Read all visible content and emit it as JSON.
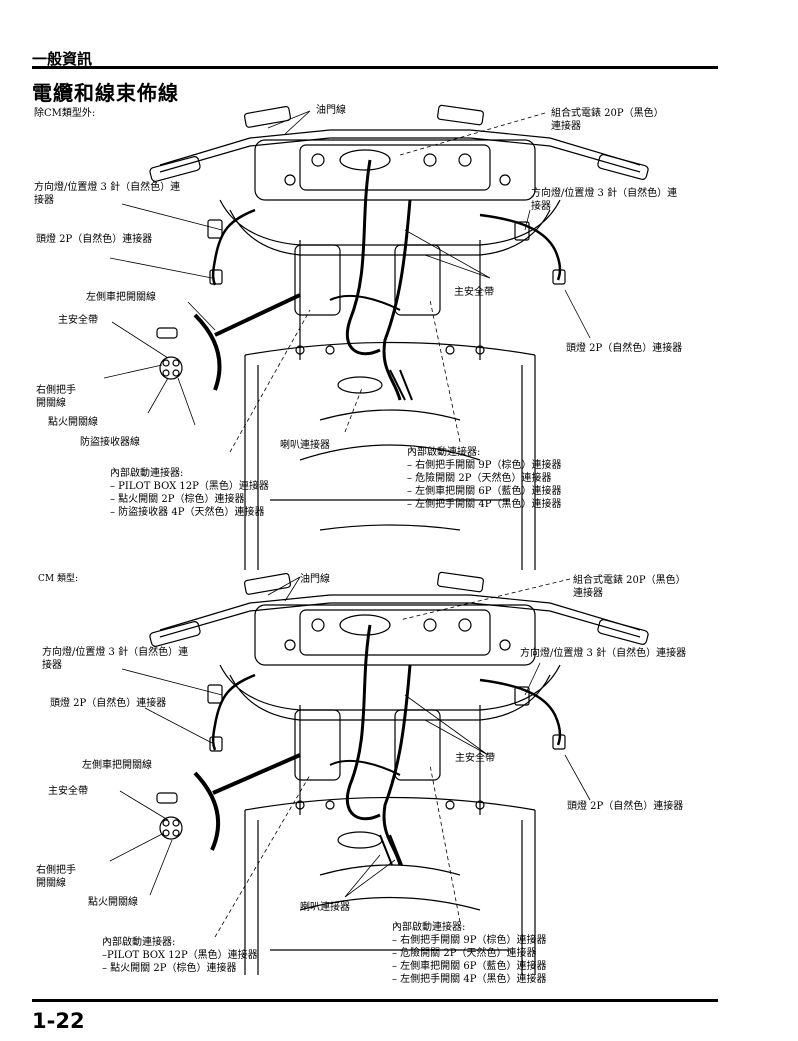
{
  "header": {
    "section": "一般資訊",
    "title": "電纜和線束佈線",
    "page_number": "1-22"
  },
  "diagram_top": {
    "variant": "除CM類型外:",
    "labels": {
      "throttle_cable": "油門線",
      "combo_meter": "組合式電錶 20P（黑色）\n連接器",
      "turn_left": "方向燈/位置燈 3 針（自然色）連\n接器",
      "turn_right": "方向燈/位置燈 3 針（自然色）連\n接器",
      "headlight_left": "頭燈 2P（自然色）連接器",
      "headlight_right": "頭燈 2P（自然色）連接器",
      "left_handlebar_switch": "左側車把開關線",
      "main_band_left": "主安全帶",
      "main_band_right": "主安全帶",
      "right_handlebar_switch": "右側把手\n開關線",
      "ignition_switch": "點火開關線",
      "immobilizer_receiver": "防盜接收器線",
      "horn_connector": "喇叭連接器"
    },
    "inner_connectors_left": {
      "title": "內部啟動連接器:",
      "items": [
        "– PILOT BOX 12P（黑色）連接器",
        "– 點火開關 2P（棕色）連接器",
        "– 防盜接收器 4P（天然色）連接器"
      ]
    },
    "inner_connectors_right": {
      "title": "內部啟動連接器:",
      "items": [
        "– 右側把手開關 9P（棕色）連接器",
        "– 危險開關 2P（天然色）連接器",
        "– 左側車把開關 6P（藍色）連接器",
        "– 左側把手開關 4P（黑色）連接器"
      ]
    }
  },
  "diagram_bottom": {
    "variant": "CM 類型:",
    "labels": {
      "throttle_cable": "油門線",
      "combo_meter": "組合式電錶 20P（黑色）\n連接器",
      "turn_left": "方向燈/位置燈 3 針（自然色）連\n接器",
      "turn_right": "方向燈/位置燈 3 針（自然色）連接器",
      "headlight_left": "頭燈 2P（自然色）連接器",
      "headlight_right": "頭燈 2P（自然色）連接器",
      "left_handlebar_switch": "左側車把開關線",
      "main_band_left": "主安全帶",
      "main_band_right": "主安全帶",
      "right_handlebar_switch": "右側把手\n開關線",
      "ignition_switch": "點火開關線",
      "horn_connector": "喇叭連接器"
    },
    "inner_connectors_left": {
      "title": "內部啟動連接器:",
      "items": [
        "–PILOT BOX 12P（黑色）連接器",
        "– 點火開關 2P（棕色）連接器"
      ]
    },
    "inner_connectors_right": {
      "title": "內部啟動連接器:",
      "items": [
        "– 右側把手開關 9P（棕色）連接器",
        "– 危險開關 2P（天然色）連接器",
        "– 左側車把開關 6P（藍色）連接器",
        "– 左側把手開關 4P（黑色）連接器"
      ]
    }
  }
}
